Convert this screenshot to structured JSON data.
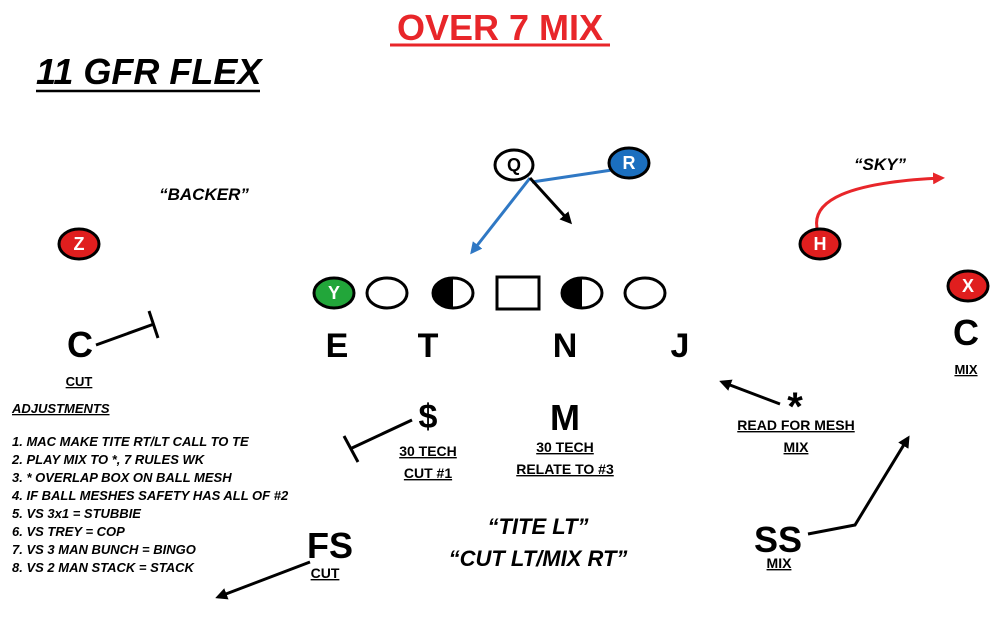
{
  "title": "OVER 7 MIX",
  "formation": "11 GFR FLEX",
  "colors": {
    "title": "#e8262a",
    "red_player": "#e01e1e",
    "blue_player": "#1b6fbf",
    "green_player": "#22a63a",
    "blue_route": "#2f78c4",
    "red_route": "#e8262a"
  },
  "calls": {
    "backer": "“BACKER”",
    "sky": "“SKY”",
    "tite": "“TITE LT”",
    "cut_mix": "“CUT LT/MIX RT”"
  },
  "offense": {
    "q": "Q",
    "r": "R",
    "z": "Z",
    "h": "H",
    "x": "X",
    "y": "Y"
  },
  "defense": {
    "c_left": "C",
    "c_left_assign": "CUT",
    "e": "E",
    "t": "T",
    "n": "N",
    "j": "J",
    "c_right": "C",
    "c_right_assign": "MIX",
    "dollar": "$",
    "dollar_tech": "30 TECH",
    "dollar_assign": "CUT #1",
    "m": "M",
    "m_tech": "30 TECH",
    "m_assign": "RELATE TO #3",
    "star": "*",
    "star_note": "READ FOR MESH",
    "star_assign": "MIX",
    "fs": "FS",
    "fs_assign": "CUT",
    "ss": "SS",
    "ss_assign": "MIX"
  },
  "adjustments": {
    "heading": "ADJUSTMENTS",
    "items": [
      "1. MAC MAKE TITE RT/LT CALL TO TE",
      "2. PLAY MIX TO *, 7 RULES WK",
      "3. * OVERLAP BOX ON BALL MESH",
      "4. IF BALL MESHES SAFETY HAS ALL OF #2",
      "5. VS 3x1 = STUBBIE",
      "6. VS TREY = COP",
      "7. VS 3 MAN BUNCH = BINGO",
      "8. VS 2 MAN STACK = STACK"
    ]
  }
}
